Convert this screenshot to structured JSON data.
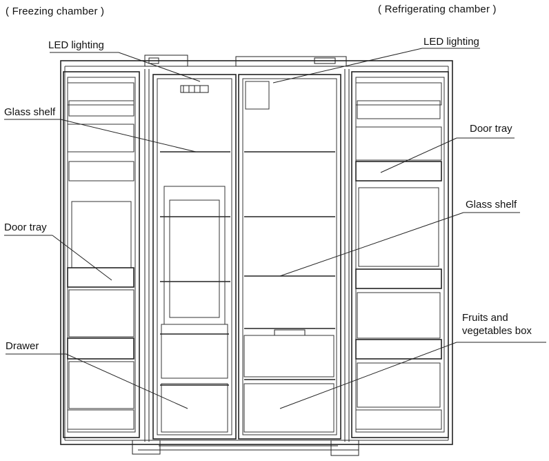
{
  "titles": {
    "freezer": "( Freezing chamber )",
    "fridge": "( Refrigerating chamber )"
  },
  "labels": {
    "led_left": "LED lighting",
    "led_right": "LED lighting",
    "glass_left": "Glass shelf",
    "glass_right": "Glass shelf",
    "door_tray_left": "Door tray",
    "door_tray_right": "Door tray",
    "drawer": "Drawer",
    "fruits_line1": "Fruits and",
    "fruits_line2": "vegetables box"
  }
}
